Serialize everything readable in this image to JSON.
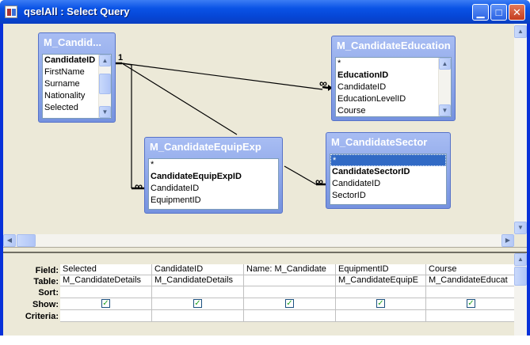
{
  "window": {
    "title": "qselAll : Select Query"
  },
  "tables": {
    "candidate": {
      "title": "M_Candid...",
      "fields": [
        "CandidateID",
        "FirstName",
        "Surname",
        "Nationality",
        "Selected"
      ]
    },
    "education": {
      "title": "M_CandidateEducation",
      "fields": [
        "*",
        "EducationID",
        "CandidateID",
        "EducationLevelID",
        "Course"
      ]
    },
    "equipexp": {
      "title": "M_CandidateEquipExp",
      "fields": [
        "*",
        "CandidateEquipExpID",
        "CandidateID",
        "EquipmentID"
      ]
    },
    "sector": {
      "title": "M_CandidateSector",
      "fields": [
        "*",
        "CandidateSectorID",
        "CandidateID",
        "SectorID"
      ]
    }
  },
  "relations": {
    "one_label": "1",
    "many_label": "∞"
  },
  "grid": {
    "row_labels": [
      "Field:",
      "Table:",
      "Sort:",
      "Show:",
      "Criteria:"
    ],
    "columns": [
      {
        "field": "Selected",
        "table": "M_CandidateDetails",
        "show": true
      },
      {
        "field": "CandidateID",
        "table": "M_CandidateDetails",
        "show": true
      },
      {
        "field": "Name: M_Candidate",
        "table": "",
        "show": true
      },
      {
        "field": "EquipmentID",
        "table": "M_CandidateEquipE",
        "show": true
      },
      {
        "field": "Course",
        "table": "M_CandidateEducat",
        "show": true
      }
    ]
  },
  "colors": {
    "title_bar": "#0a53e6",
    "table_header": "#7592df",
    "diagram_bg": "#ece9d8"
  }
}
